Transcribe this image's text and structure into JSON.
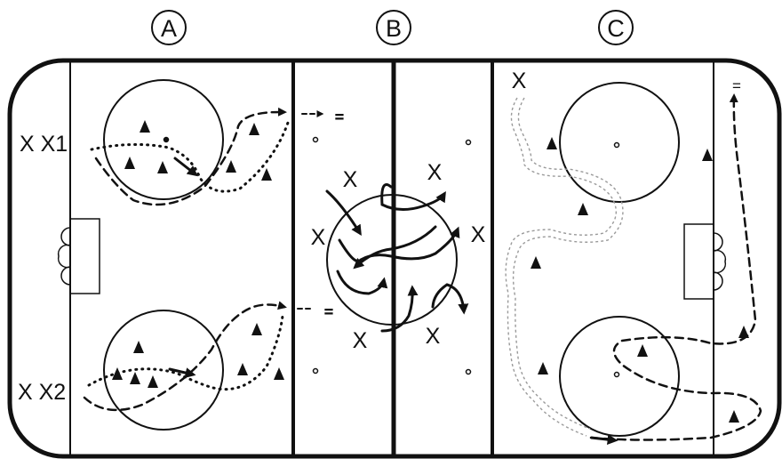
{
  "sections": [
    {
      "id": "A",
      "label": "A"
    },
    {
      "id": "B",
      "label": "B"
    },
    {
      "id": "C",
      "label": "C"
    }
  ],
  "players": {
    "a_top": "X X1",
    "a_bottom": "X X2",
    "x": "X"
  },
  "marks": {
    "pass_mark": "="
  },
  "colors": {
    "line": "#111111",
    "skate_path": "#9a9a9a",
    "background": "#ffffff"
  }
}
